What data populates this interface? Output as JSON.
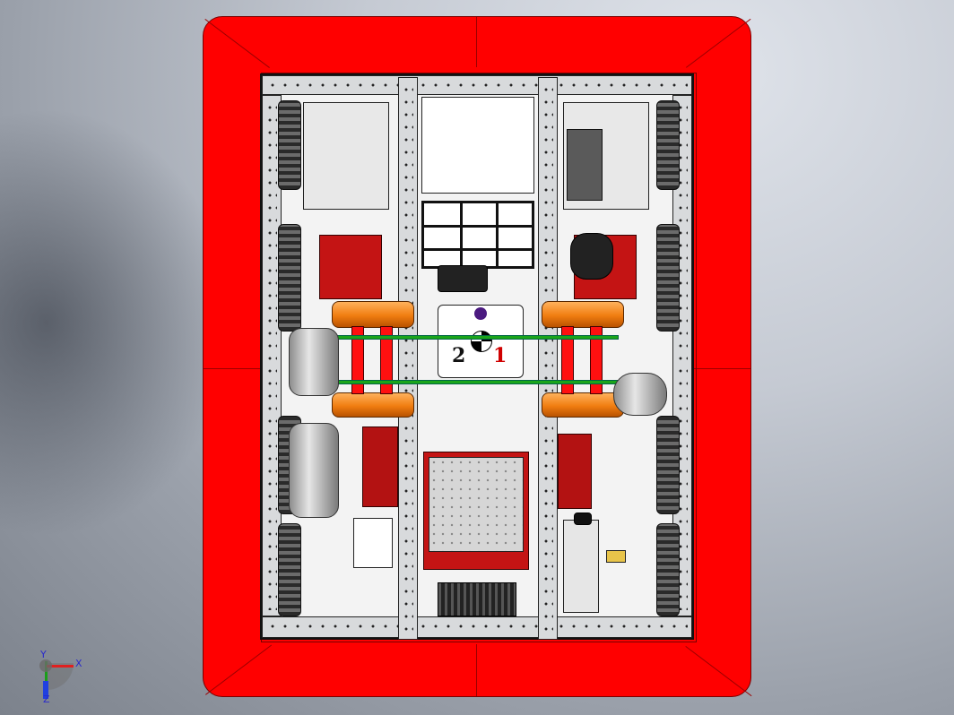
{
  "viewport": {
    "title": "",
    "background": "#c5cad3"
  },
  "robot": {
    "bumper_color": "#ff0000",
    "team_number_left": "2",
    "team_number_right": "1"
  },
  "triad": {
    "x_label": "X",
    "y_label": "Y",
    "z_label": "Z",
    "x_color": "#e02020",
    "y_color": "#1a9e1a",
    "z_color": "#2040e0"
  },
  "icons": [
    "coordinate-triad-icon"
  ]
}
